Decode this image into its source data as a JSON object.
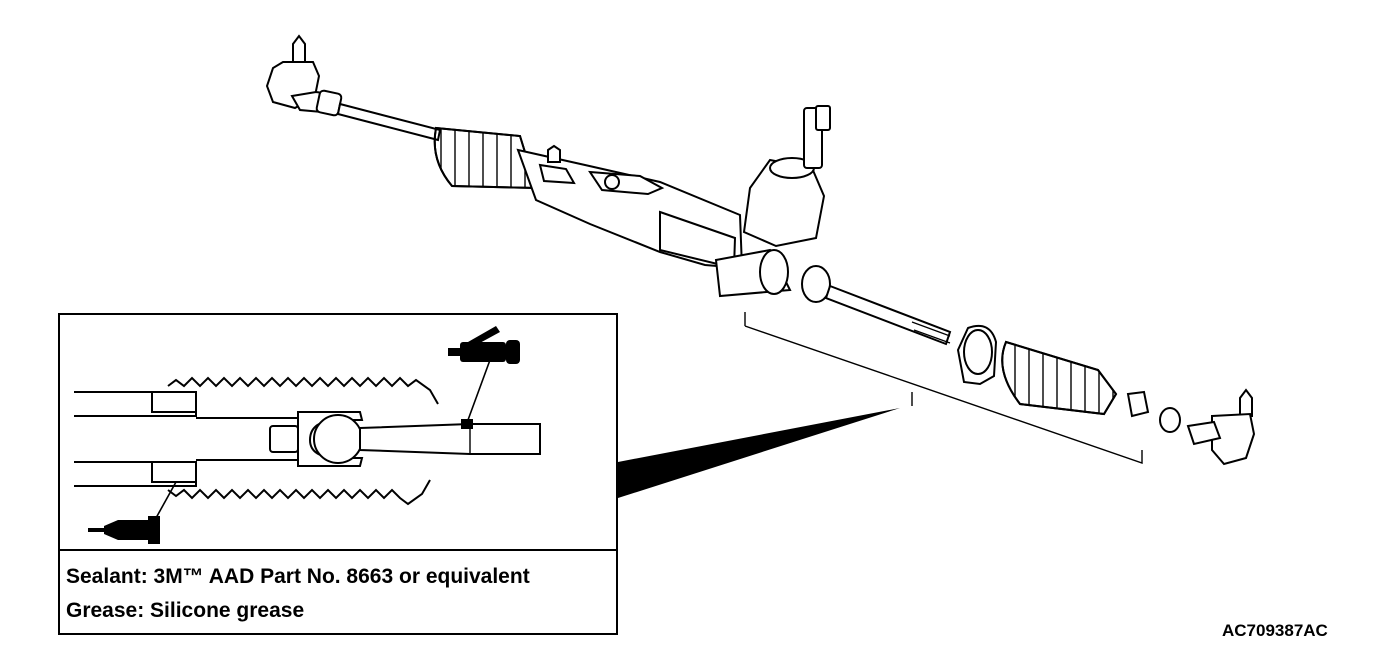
{
  "notes": {
    "sealant": "Sealant: 3M™ AAD Part No. 8663 or equivalent",
    "grease": "Grease: Silicone grease"
  },
  "figure_id": "AC709387AC",
  "icons": {
    "sealant": "sealant-tube-icon",
    "grease": "grease-gun-icon"
  }
}
